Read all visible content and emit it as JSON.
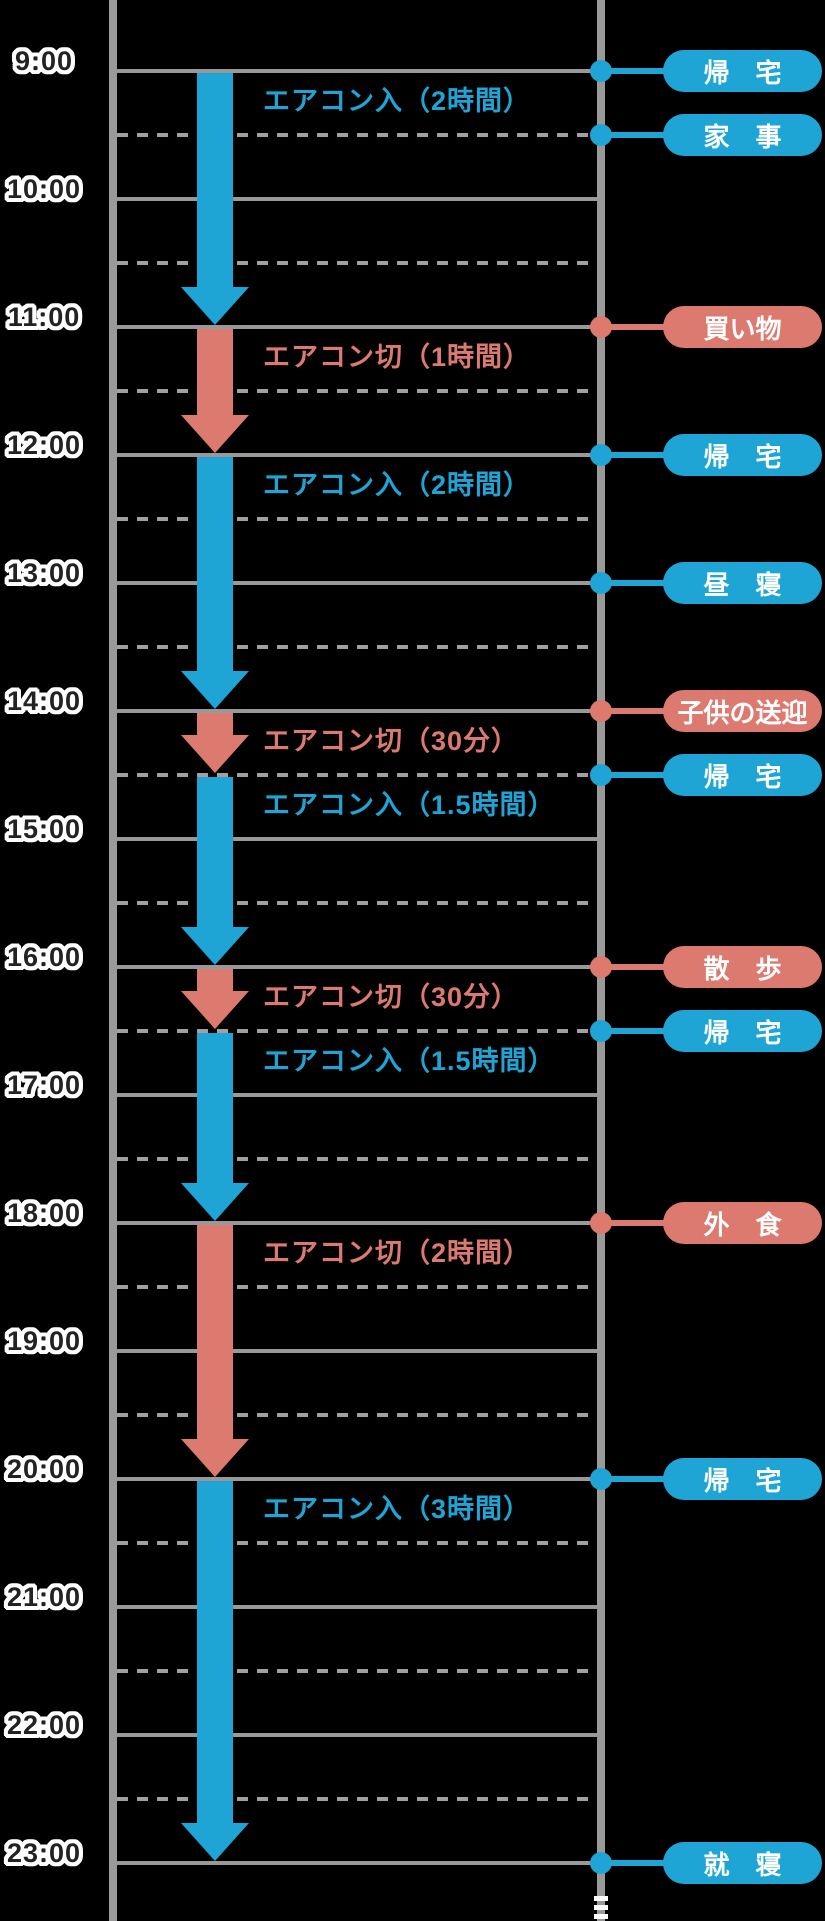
{
  "colors": {
    "ac_on": "#1fa5d5",
    "ac_off": "#dd7a70",
    "grid": "#999999",
    "badge_text": "#ffffff",
    "time_label_fill": "#222222",
    "time_label_outline": "#ffffff",
    "background": "#000000"
  },
  "timeline": {
    "hour_labels": [
      "9:00",
      "10:00",
      "11:00",
      "12:00",
      "13:00",
      "14:00",
      "15:00",
      "16:00",
      "17:00",
      "18:00",
      "19:00",
      "20:00",
      "21:00",
      "22:00",
      "23:00"
    ],
    "start_time": "9:00",
    "end_time": "23:00"
  },
  "segments": [
    {
      "label": "エアコン入（2時間）",
      "type": "on",
      "start": "9:00",
      "end": "11:00"
    },
    {
      "label": "エアコン切（1時間）",
      "type": "off",
      "start": "11:00",
      "end": "12:00"
    },
    {
      "label": "エアコン入（2時間）",
      "type": "on",
      "start": "12:00",
      "end": "14:00"
    },
    {
      "label": "エアコン切（30分）",
      "type": "off",
      "start": "14:00",
      "end": "14:30"
    },
    {
      "label": "エアコン入（1.5時間）",
      "type": "on",
      "start": "14:30",
      "end": "16:00"
    },
    {
      "label": "エアコン切（30分）",
      "type": "off",
      "start": "16:00",
      "end": "16:30"
    },
    {
      "label": "エアコン入（1.5時間）",
      "type": "on",
      "start": "16:30",
      "end": "18:00"
    },
    {
      "label": "エアコン切（2時間）",
      "type": "off",
      "start": "18:00",
      "end": "20:00"
    },
    {
      "label": "エアコン入（3時間）",
      "type": "on",
      "start": "20:00",
      "end": "23:00"
    }
  ],
  "events": [
    {
      "label": "帰　宅",
      "time": "9:00",
      "type": "on"
    },
    {
      "label": "家　事",
      "time": "9:30",
      "type": "on"
    },
    {
      "label": "買い物",
      "time": "11:00",
      "type": "off"
    },
    {
      "label": "帰　宅",
      "time": "12:00",
      "type": "on"
    },
    {
      "label": "昼　寝",
      "time": "13:00",
      "type": "on"
    },
    {
      "label": "子供の送迎",
      "time": "14:00",
      "type": "off"
    },
    {
      "label": "帰　宅",
      "time": "14:30",
      "type": "on"
    },
    {
      "label": "散　歩",
      "time": "16:00",
      "type": "off"
    },
    {
      "label": "帰　宅",
      "time": "16:30",
      "type": "on"
    },
    {
      "label": "外　食",
      "time": "18:00",
      "type": "off"
    },
    {
      "label": "帰　宅",
      "time": "20:00",
      "type": "on"
    },
    {
      "label": "就　寝",
      "time": "23:00",
      "type": "on"
    }
  ]
}
